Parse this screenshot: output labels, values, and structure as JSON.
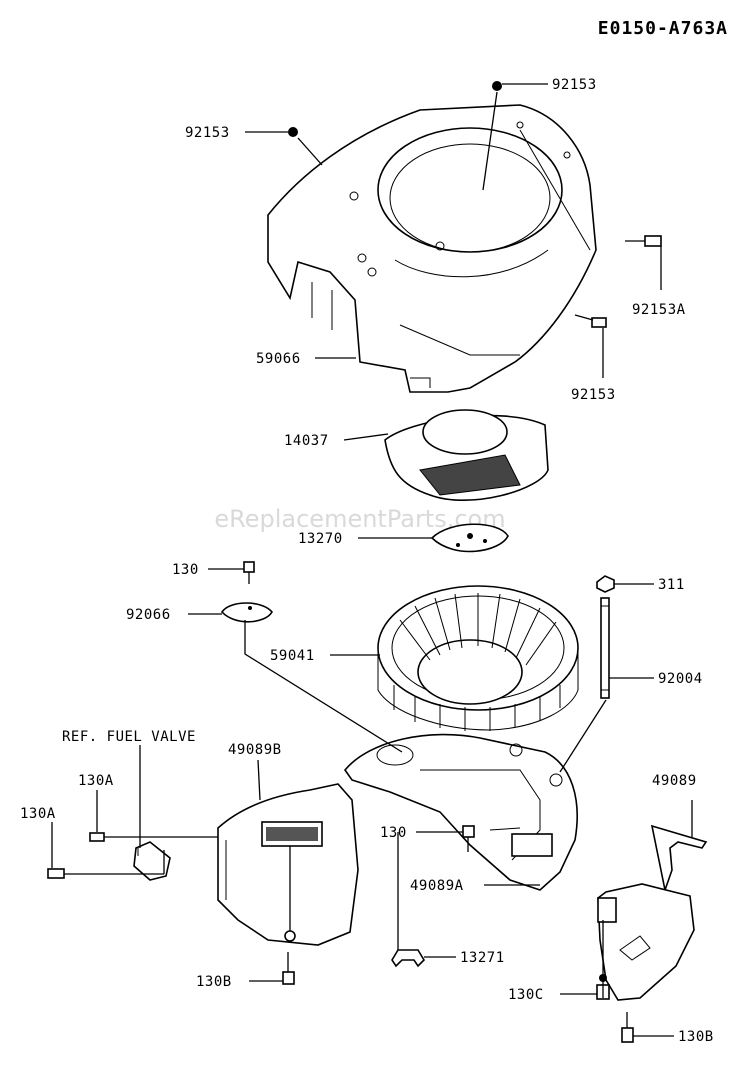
{
  "diagram_code": "E0150-A763A",
  "watermark": "eReplacementParts.com",
  "callouts": {
    "p92153_top": "92153",
    "p92153_left": "92153",
    "p92153A": "92153A",
    "p92153_right": "92153",
    "p59066": "59066",
    "p14037": "14037",
    "p13270": "13270",
    "p130_a": "130",
    "p92066": "92066",
    "p59041": "59041",
    "p311": "311",
    "p92004": "92004",
    "ref_fuel_valve": "REF. FUEL VALVE",
    "p49089B": "49089B",
    "p130A_upper": "130A",
    "p130A_lower": "130A",
    "p49089": "49089",
    "p130_b": "130",
    "p49089A": "49089A",
    "p13271": "13271",
    "p130B_left": "130B",
    "p130C": "130C",
    "p130B_right": "130B"
  }
}
